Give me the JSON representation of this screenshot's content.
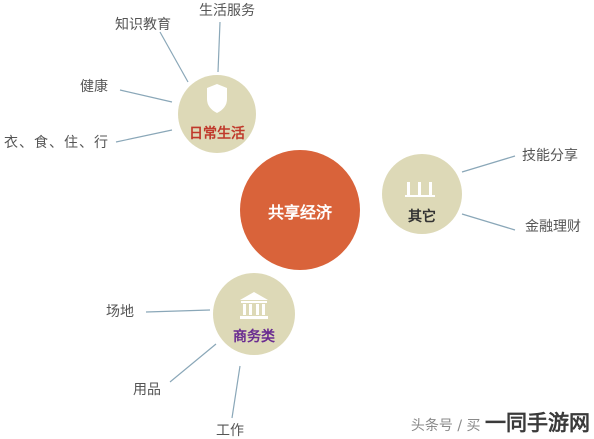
{
  "center": {
    "label": "共享经济",
    "color": "#d9633a"
  },
  "categories": {
    "daily": {
      "label": "日常生活",
      "icon": "shield-icon",
      "label_color": "#c0392b",
      "items": [
        "知识教育",
        "生活服务",
        "健康",
        "衣、食、住、行"
      ]
    },
    "other": {
      "label": "其它",
      "icon": "pillars-icon",
      "label_color": "#333333",
      "items": [
        "技能分享",
        "金融理财"
      ]
    },
    "business": {
      "label": "商务类",
      "icon": "bank-icon",
      "label_color": "#6a2c91",
      "items": [
        "场地",
        "用品",
        "工作"
      ]
    }
  },
  "colors": {
    "category_circle": "#ddd9b7",
    "connector": "#8aa7b8"
  },
  "watermark": {
    "source": "头条号 / 买",
    "site": "一同手游网"
  }
}
